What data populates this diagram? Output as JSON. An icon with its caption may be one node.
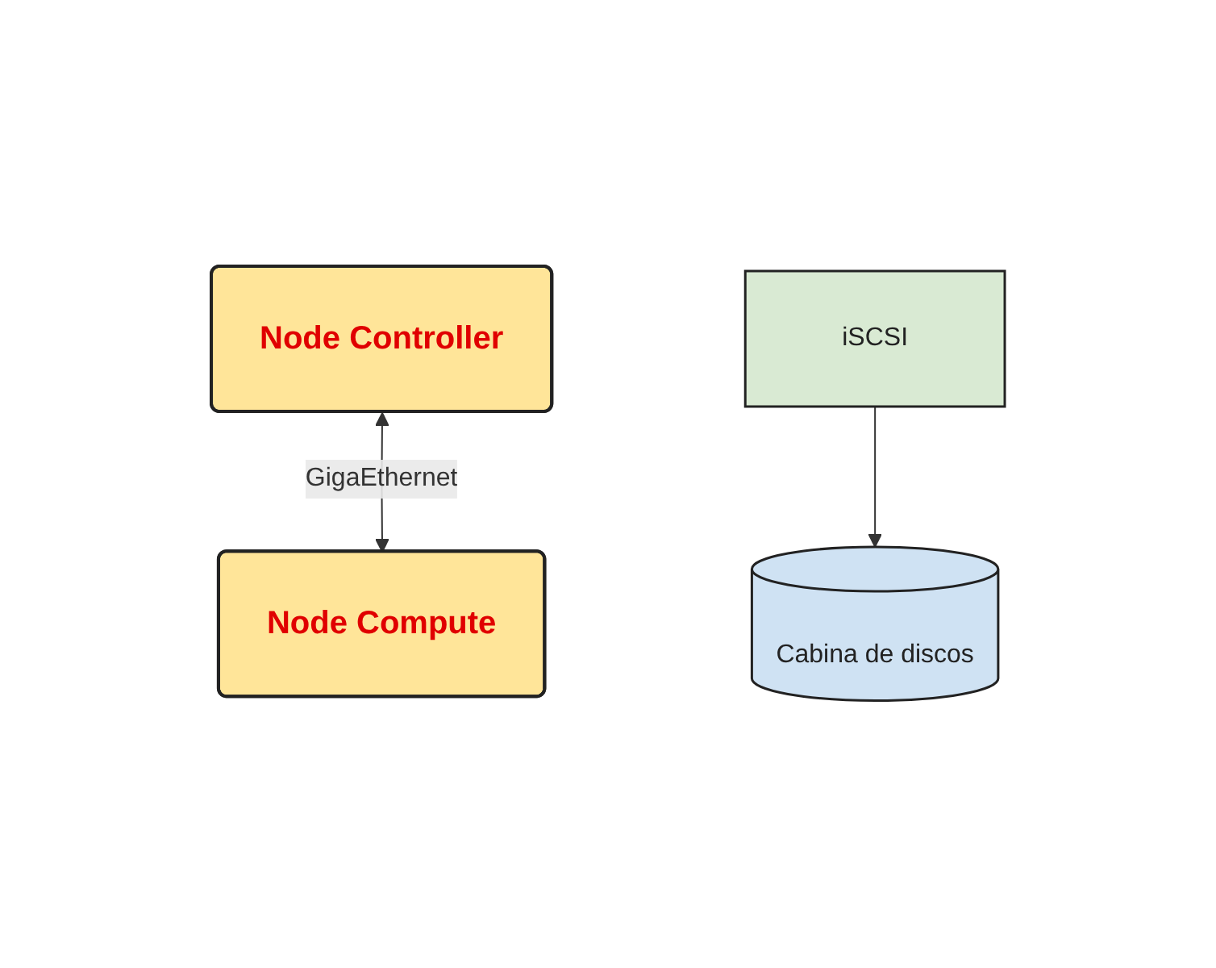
{
  "diagram": {
    "nodes": [
      {
        "text": [
          "Node Controller"
        ]
      },
      {
        "text": [
          "Node Compute"
        ]
      },
      {
        "text": [
          "iSCSI"
        ]
      },
      {
        "text": [
          "Cabina de discos"
        ]
      }
    ],
    "edges": [
      {
        "from": 0,
        "to": 1,
        "label": "GigaEthernet",
        "arrow": "both"
      },
      {
        "from": 2,
        "to": 3,
        "arrow": "to"
      }
    ]
  }
}
